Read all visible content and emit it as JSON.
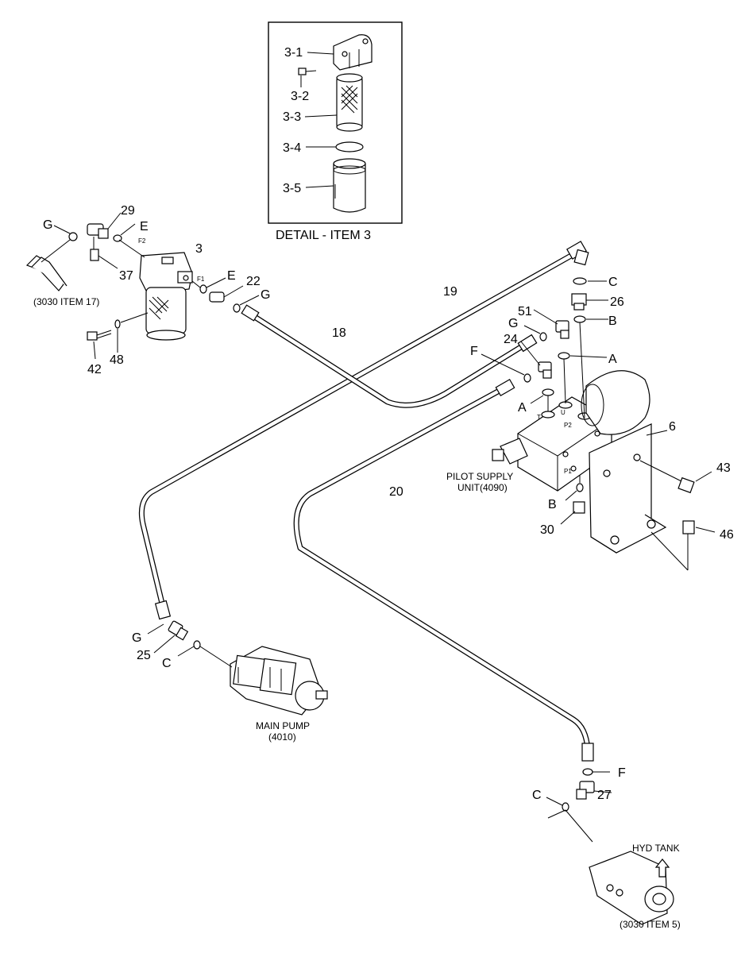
{
  "detail": {
    "title": "DETAIL - ITEM 3",
    "labels": [
      "3-1",
      "3-2",
      "3-3",
      "3-4",
      "3-5"
    ]
  },
  "callouts": {
    "n3": "3",
    "n6": "6",
    "n18": "18",
    "n19": "19",
    "n20": "20",
    "n22": "22",
    "n24": "24",
    "n25": "25",
    "n26": "26",
    "n27": "27",
    "n29": "29",
    "n30": "30",
    "n37": "37",
    "n42": "42",
    "n43": "43",
    "n46": "46",
    "n48": "48",
    "n51": "51"
  },
  "letters": {
    "A": "A",
    "B": "B",
    "C": "C",
    "E": "E",
    "F": "F",
    "G": "G"
  },
  "port_marks": {
    "F1": "F1",
    "F2": "F2",
    "T": "T",
    "U": "U",
    "P1": "P1",
    "P2": "P2"
  },
  "references": {
    "tank_item17": "(3030 ITEM 17)",
    "pilot_line1": "PILOT SUPPLY",
    "pilot_line2": "UNIT(4090)",
    "main_pump_line1": "MAIN PUMP",
    "main_pump_line2": "(4010)",
    "hyd_tank": "HYD TANK",
    "tank_item5": "(3030 ITEM 5)"
  }
}
